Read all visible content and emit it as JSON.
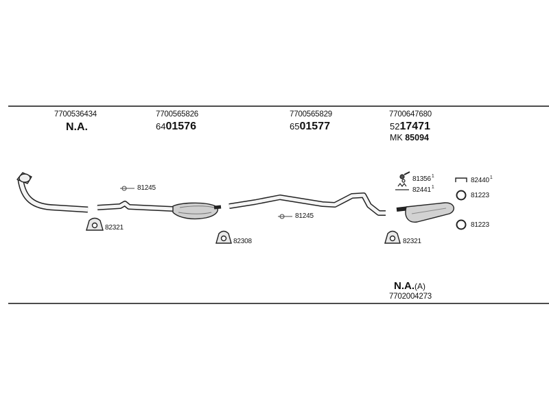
{
  "assembly": {
    "groups": [
      {
        "oem": "7700536434",
        "main": "N.A."
      },
      {
        "oem": "7700565826",
        "prefix": "64",
        "number": "01576"
      },
      {
        "oem": "7700565829",
        "prefix": "65",
        "number": "01577"
      },
      {
        "oem": "7700647680",
        "prefix": "52",
        "number": "17471",
        "mk_prefix": "MK",
        "mk_number": "85094"
      }
    ],
    "fittings": {
      "clamp_left": "82321",
      "gasket_front": "81245",
      "clamp_mid": "82308",
      "gasket_mid": "81245",
      "clamp_right": "82321",
      "bolt_kit": "81356",
      "bolt_kit_sup": "1",
      "spring": "82441",
      "spring_sup": "1",
      "hanger": "82440",
      "hanger_sup": "1",
      "ring_top": "81223",
      "ring_bottom": "81223"
    },
    "footer": {
      "main": "N.A.",
      "suffix": "(A)",
      "oem": "7702004273"
    }
  }
}
